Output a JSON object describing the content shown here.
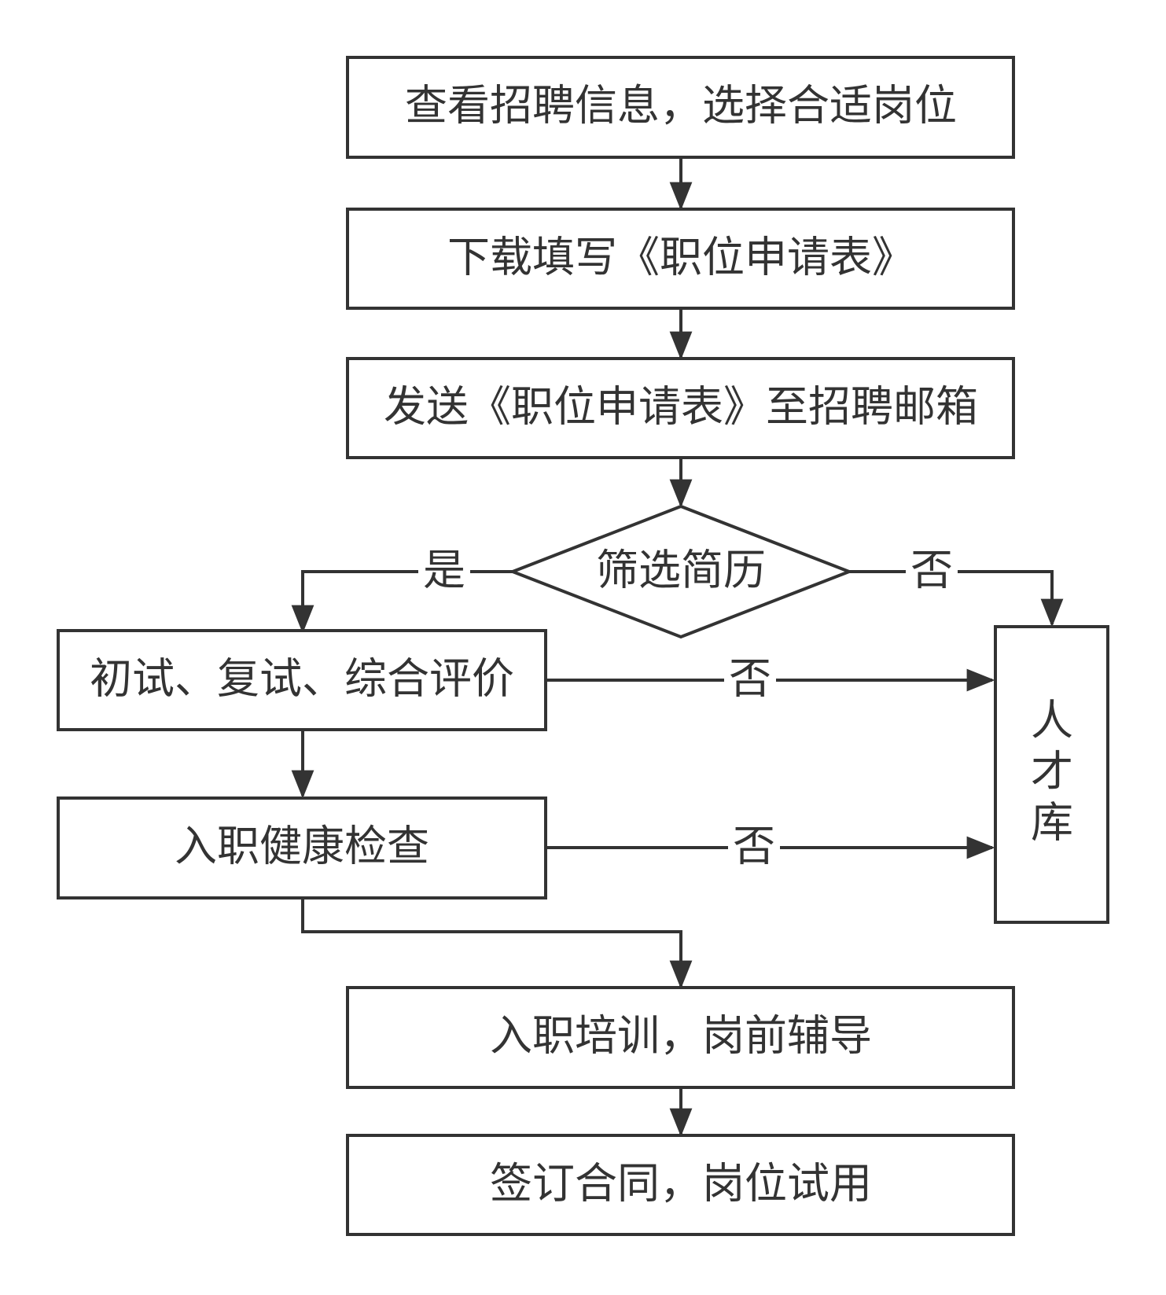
{
  "colors": {
    "stroke": "#333333",
    "fill": "#ffffff",
    "text": "#333333"
  },
  "nodes": {
    "view_jobs": "查看招聘信息，选择合适岗位",
    "download_form": "下载填写《职位申请表》",
    "send_form": "发送《职位申请表》至招聘邮箱",
    "screen_resume": "筛选简历",
    "interviews": "初试、复试、综合评价",
    "health_check": "入职健康检查",
    "talent_pool": [
      "人",
      "才",
      "库"
    ],
    "onboarding_training": "入职培训，岗前辅导",
    "sign_contract": "签订合同，岗位试用"
  },
  "edge_labels": {
    "screen_yes": "是",
    "screen_no": "否",
    "interviews_no": "否",
    "health_no": "否"
  }
}
